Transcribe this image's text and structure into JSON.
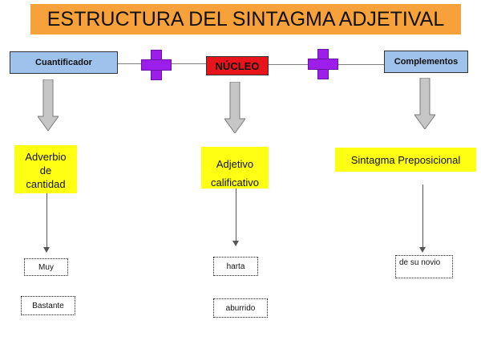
{
  "title": "ESTRUCTURA DEL SINTAGMA ADJETIVAL",
  "header": {
    "cuantificador": "Cuantificador",
    "nucleo": "NÚCLEO",
    "complementos": "Complementos"
  },
  "categories": {
    "adverbio_line1": "Adverbio",
    "adverbio_line2": "de",
    "adverbio_line3": "cantidad",
    "adjetivo_line1": "Adjetivo",
    "adjetivo_line2": "calificativo",
    "sintagma": "Sintagma Preposicional"
  },
  "examples": {
    "muy": "Muy",
    "bastante": "Bastante",
    "harta": "harta",
    "aburrido": "aburrido",
    "de_su_novio": "de su novio"
  },
  "colors": {
    "title_bg": "#f7a13a",
    "header_box_bg": "#9ec2ec",
    "nucleo_bg": "#e8141b",
    "plus": "#9b1eea",
    "arrow_grey": "#c6c6c6",
    "category_bg": "#ffff14"
  }
}
